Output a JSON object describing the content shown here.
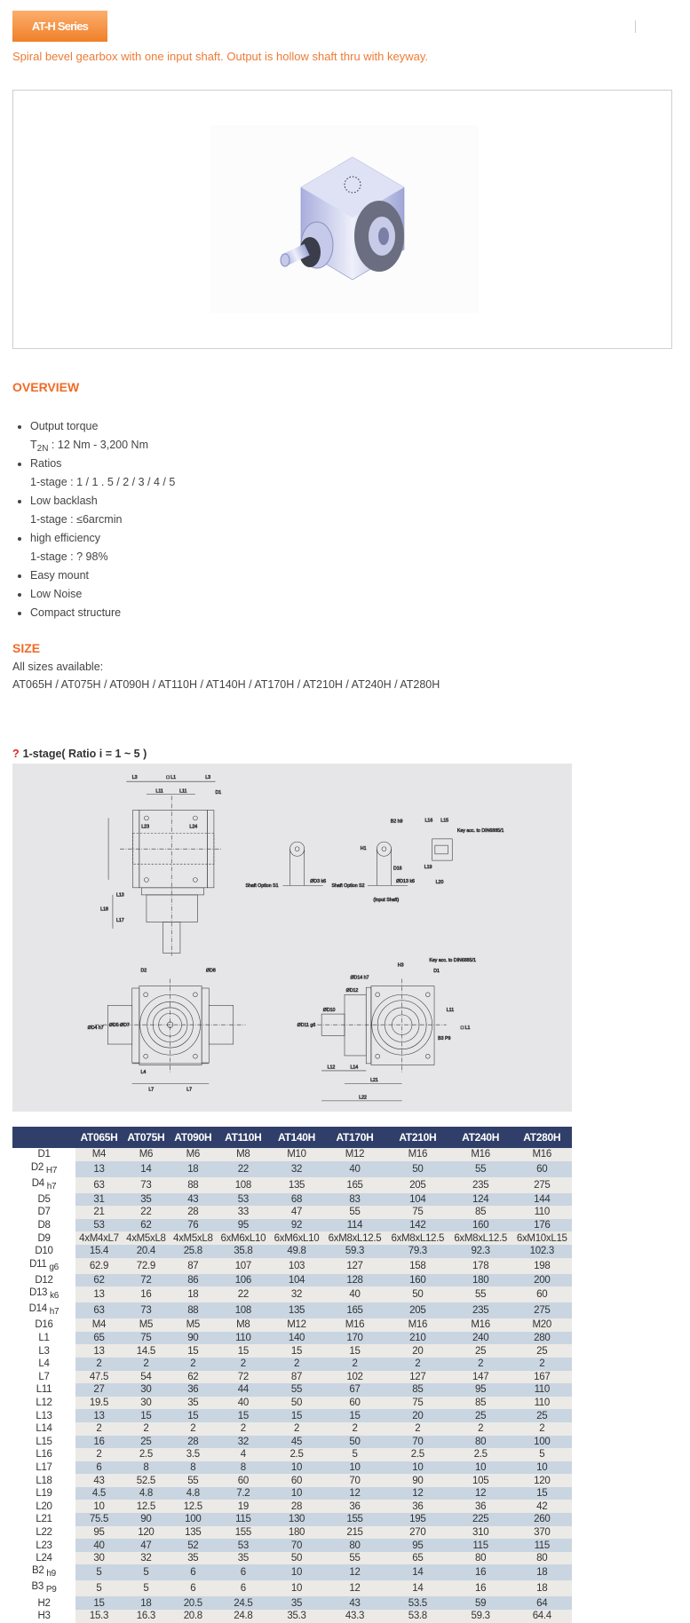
{
  "header": {
    "series_label": "AT-H Series",
    "description": "Spiral bevel gearbox with one input shaft. Output is hollow shaft thru with keyway."
  },
  "overview": {
    "title": "OVERVIEW",
    "items": [
      {
        "label": "Output torque",
        "detail_symbol": "T",
        "detail_sub": "2N",
        "detail": ": 12 Nm - 3,200 Nm"
      },
      {
        "label": "Ratios",
        "detail": "1-stage : 1 / 1 . 5 / 2 / 3 / 4 / 5"
      },
      {
        "label": "Low backlash",
        "detail": "1-stage : ≤6arcmin"
      },
      {
        "label": "high efficiency",
        "detail": "1-stage : ? 98%"
      },
      {
        "label": "Easy mount"
      },
      {
        "label": "Low Noise"
      },
      {
        "label": "Compact structure"
      }
    ]
  },
  "size": {
    "title": "SIZE",
    "available_label": "All sizes available:",
    "list": "AT065H / AT075H / AT090H / AT110H / AT140H / AT170H / AT210H / AT240H / AT280H"
  },
  "drawing": {
    "marker": "?",
    "title": "1-stage( Ratio i = 1 ~ 5 )",
    "labels": {
      "l3": "L3",
      "l1": "□ L1",
      "l11": "L11",
      "d1": "D1",
      "l23": "L23",
      "l24": "L24",
      "l13": "L13",
      "l18": "L18",
      "l17": "L17",
      "d2": "D2",
      "d8": "ØD8",
      "d4": "ØD4 h7",
      "d5": "ØD5",
      "d7": "ØD7",
      "l4": "L4",
      "l7": "L7",
      "s1": "Shaft Option S1",
      "s2": "Shaft Option S2",
      "input": "(Input Shaft)",
      "d3": "ØD3 k6",
      "d13": "ØD13 k6",
      "b2": "B2 h9",
      "h1": "H1",
      "d16": "D16",
      "l15": "L15",
      "l16": "L16",
      "l19": "L19",
      "l20": "L20",
      "key": "Key acc. to DIN6885/1",
      "h3": "H3",
      "d14": "ØD14 h7",
      "d11": "ØD11 g6",
      "d10": "ØD10",
      "d12": "ØD12",
      "b3": "B3 P9",
      "l12": "L12",
      "l14": "L14",
      "l21": "L21",
      "l22": "L22"
    }
  },
  "table": {
    "columns": [
      "AT065H",
      "AT075H",
      "AT090H",
      "AT110H",
      "AT140H",
      "AT170H",
      "AT210H",
      "AT240H",
      "AT280H"
    ],
    "rows": [
      {
        "label": "D1",
        "sub": "",
        "values": [
          "M4",
          "M6",
          "M6",
          "M8",
          "M10",
          "M12",
          "M16",
          "M16",
          "M16"
        ]
      },
      {
        "label": "D2",
        "sub": "H7",
        "values": [
          "13",
          "14",
          "18",
          "22",
          "32",
          "40",
          "50",
          "55",
          "60"
        ]
      },
      {
        "label": "D4",
        "sub": "h7",
        "values": [
          "63",
          "73",
          "88",
          "108",
          "135",
          "165",
          "205",
          "235",
          "275"
        ]
      },
      {
        "label": "D5",
        "sub": "",
        "values": [
          "31",
          "35",
          "43",
          "53",
          "68",
          "83",
          "104",
          "124",
          "144"
        ]
      },
      {
        "label": "D7",
        "sub": "",
        "values": [
          "21",
          "22",
          "28",
          "33",
          "47",
          "55",
          "75",
          "85",
          "110"
        ]
      },
      {
        "label": "D8",
        "sub": "",
        "values": [
          "53",
          "62",
          "76",
          "95",
          "92",
          "114",
          "142",
          "160",
          "176"
        ]
      },
      {
        "label": "D9",
        "sub": "",
        "values": [
          "4xM4xL7",
          "4xM5xL8",
          "4xM5xL8",
          "6xM6xL10",
          "6xM6xL10",
          "6xM8xL12.5",
          "6xM8xL12.5",
          "6xM8xL12.5",
          "6xM10xL15"
        ]
      },
      {
        "label": "D10",
        "sub": "",
        "values": [
          "15.4",
          "20.4",
          "25.8",
          "35.8",
          "49.8",
          "59.3",
          "79.3",
          "92.3",
          "102.3"
        ]
      },
      {
        "label": "D11",
        "sub": "g6",
        "values": [
          "62.9",
          "72.9",
          "87",
          "107",
          "103",
          "127",
          "158",
          "178",
          "198"
        ]
      },
      {
        "label": "D12",
        "sub": "",
        "values": [
          "62",
          "72",
          "86",
          "106",
          "104",
          "128",
          "160",
          "180",
          "200"
        ]
      },
      {
        "label": "D13",
        "sub": "k6",
        "values": [
          "13",
          "16",
          "18",
          "22",
          "32",
          "40",
          "50",
          "55",
          "60"
        ]
      },
      {
        "label": "D14",
        "sub": "h7",
        "values": [
          "63",
          "73",
          "88",
          "108",
          "135",
          "165",
          "205",
          "235",
          "275"
        ]
      },
      {
        "label": "D16",
        "sub": "",
        "values": [
          "M4",
          "M5",
          "M5",
          "M8",
          "M12",
          "M16",
          "M16",
          "M16",
          "M20"
        ]
      },
      {
        "label": "L1",
        "sub": "",
        "values": [
          "65",
          "75",
          "90",
          "110",
          "140",
          "170",
          "210",
          "240",
          "280"
        ]
      },
      {
        "label": "L3",
        "sub": "",
        "values": [
          "13",
          "14.5",
          "15",
          "15",
          "15",
          "15",
          "20",
          "25",
          "25"
        ]
      },
      {
        "label": "L4",
        "sub": "",
        "values": [
          "2",
          "2",
          "2",
          "2",
          "2",
          "2",
          "2",
          "2",
          "2"
        ]
      },
      {
        "label": "L7",
        "sub": "",
        "values": [
          "47.5",
          "54",
          "62",
          "72",
          "87",
          "102",
          "127",
          "147",
          "167"
        ]
      },
      {
        "label": "L11",
        "sub": "",
        "values": [
          "27",
          "30",
          "36",
          "44",
          "55",
          "67",
          "85",
          "95",
          "110"
        ]
      },
      {
        "label": "L12",
        "sub": "",
        "values": [
          "19.5",
          "30",
          "35",
          "40",
          "50",
          "60",
          "75",
          "85",
          "110"
        ]
      },
      {
        "label": "L13",
        "sub": "",
        "values": [
          "13",
          "15",
          "15",
          "15",
          "15",
          "15",
          "20",
          "25",
          "25"
        ]
      },
      {
        "label": "L14",
        "sub": "",
        "values": [
          "2",
          "2",
          "2",
          "2",
          "2",
          "2",
          "2",
          "2",
          "2"
        ]
      },
      {
        "label": "L15",
        "sub": "",
        "values": [
          "16",
          "25",
          "28",
          "32",
          "45",
          "50",
          "70",
          "80",
          "100"
        ]
      },
      {
        "label": "L16",
        "sub": "",
        "values": [
          "2",
          "2.5",
          "3.5",
          "4",
          "2.5",
          "5",
          "2.5",
          "2.5",
          "5"
        ]
      },
      {
        "label": "L17",
        "sub": "",
        "values": [
          "6",
          "8",
          "8",
          "8",
          "10",
          "10",
          "10",
          "10",
          "10"
        ]
      },
      {
        "label": "L18",
        "sub": "",
        "values": [
          "43",
          "52.5",
          "55",
          "60",
          "60",
          "70",
          "90",
          "105",
          "120"
        ]
      },
      {
        "label": "L19",
        "sub": "",
        "values": [
          "4.5",
          "4.8",
          "4.8",
          "7.2",
          "10",
          "12",
          "12",
          "12",
          "15"
        ]
      },
      {
        "label": "L20",
        "sub": "",
        "values": [
          "10",
          "12.5",
          "12.5",
          "19",
          "28",
          "36",
          "36",
          "36",
          "42"
        ]
      },
      {
        "label": "L21",
        "sub": "",
        "values": [
          "75.5",
          "90",
          "100",
          "115",
          "130",
          "155",
          "195",
          "225",
          "260"
        ]
      },
      {
        "label": "L22",
        "sub": "",
        "values": [
          "95",
          "120",
          "135",
          "155",
          "180",
          "215",
          "270",
          "310",
          "370"
        ]
      },
      {
        "label": "L23",
        "sub": "",
        "values": [
          "40",
          "47",
          "52",
          "53",
          "70",
          "80",
          "95",
          "115",
          "115"
        ]
      },
      {
        "label": "L24",
        "sub": "",
        "values": [
          "30",
          "32",
          "35",
          "35",
          "50",
          "55",
          "65",
          "80",
          "80"
        ]
      },
      {
        "label": "B2",
        "sub": "h9",
        "values": [
          "5",
          "5",
          "6",
          "6",
          "10",
          "12",
          "14",
          "16",
          "18"
        ]
      },
      {
        "label": "B3",
        "sub": "P9",
        "values": [
          "5",
          "5",
          "6",
          "6",
          "10",
          "12",
          "14",
          "16",
          "18"
        ]
      },
      {
        "label": "H2",
        "sub": "",
        "values": [
          "15",
          "18",
          "20.5",
          "24.5",
          "35",
          "43",
          "53.5",
          "59",
          "64"
        ]
      },
      {
        "label": "H3",
        "sub": "",
        "values": [
          "15.3",
          "16.3",
          "20.8",
          "24.8",
          "35.3",
          "43.3",
          "53.8",
          "59.3",
          "64.4"
        ]
      }
    ]
  },
  "colors": {
    "accent": "#f26a25",
    "table_header": "#303f6a",
    "row_light": "#eceae6",
    "row_blue": "#c9d5e1"
  }
}
